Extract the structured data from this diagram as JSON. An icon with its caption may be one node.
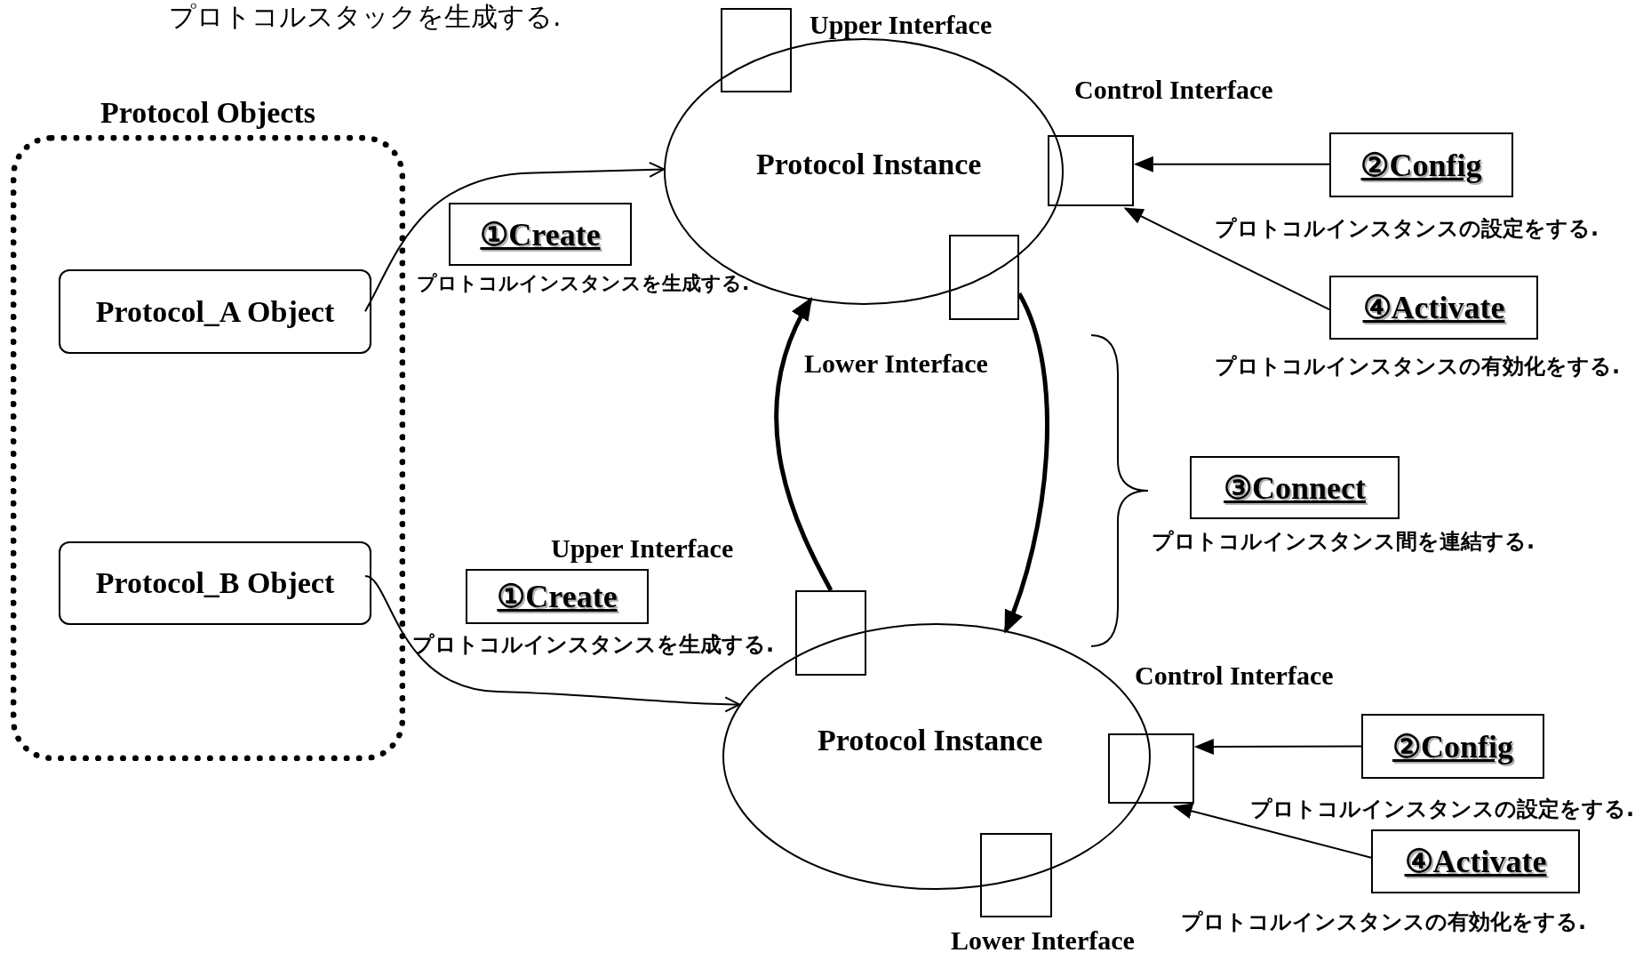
{
  "diagram": {
    "nodes": [
      {
        "text": [
          "Protocol Objects"
        ]
      },
      {
        "text": [
          "Protocol_A Object"
        ],
        "in": 0
      },
      {
        "text": [
          "Protocol_B Object"
        ],
        "in": 0
      },
      {
        "text": [
          "Protocol Instance"
        ]
      },
      {
        "text": [
          "Upper Interface"
        ]
      },
      {
        "text": [
          "Control Interface"
        ]
      },
      {
        "text": [
          "Lower Interface"
        ]
      },
      {
        "text": [
          "①Create"
        ],
        "beside": [
          "プロトコルインスタンスを生成する."
        ]
      },
      {
        "text": [
          "②Config"
        ],
        "beside": [
          "プロトコルインスタンスの設定をする."
        ]
      },
      {
        "text": [
          "④Activate"
        ],
        "beside": [
          "プロトコルインスタンスの有効化をする."
        ]
      },
      {
        "text": [
          "③Connect"
        ],
        "beside": [
          "プロトコルインスタンス間を連結する."
        ]
      },
      {
        "text": [
          "Protocol Instance"
        ]
      },
      {
        "text": [
          "Upper Interface"
        ]
      },
      {
        "text": [
          "Control Interface"
        ]
      },
      {
        "text": [
          "Lower Interface"
        ]
      },
      {
        "text": [
          "①Create"
        ],
        "beside": [
          "プロトコルインスタンスを生成する."
        ]
      },
      {
        "text": [
          "②Config"
        ],
        "beside": [
          "プロトコルインスタンスの設定をする."
        ]
      },
      {
        "text": [
          "④Activate"
        ],
        "beside": [
          "プロトコルインスタンスの有効化をする."
        ]
      }
    ],
    "edges": [
      {
        "from": 1,
        "to": 3,
        "arrow": "to"
      },
      {
        "from": 2,
        "to": 11,
        "arrow": "to"
      },
      {
        "from": 8,
        "to": 5,
        "arrow": "to"
      },
      {
        "from": 9,
        "to": 5,
        "arrow": "to"
      },
      {
        "from": 16,
        "to": 13,
        "arrow": "to"
      },
      {
        "from": 17,
        "to": 13,
        "arrow": "to"
      },
      {
        "from": 12,
        "to": 3,
        "arrow": "to",
        "style": "thick"
      },
      {
        "from": 6,
        "to": 11,
        "arrow": "to",
        "style": "thick"
      }
    ],
    "labels": [
      "プロトコルスタックを生成する."
    ]
  }
}
